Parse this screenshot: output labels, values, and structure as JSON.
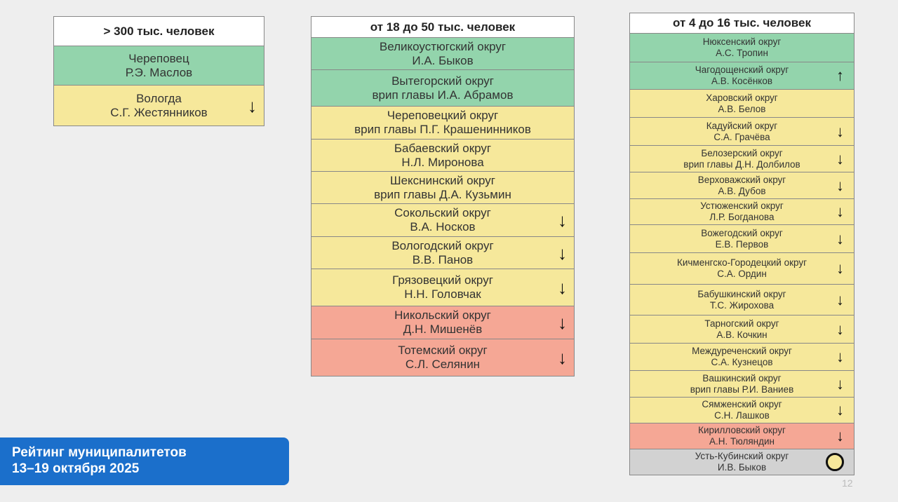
{
  "columns": [
    {
      "header": "> 300 тыс. человек",
      "rows": [
        {
          "district": "Череповец",
          "head": "Р.Э. Маслов",
          "status": "green",
          "trend": ""
        },
        {
          "district": "Вологда",
          "head": "С.Г. Жестянников",
          "status": "yellow",
          "trend": "down"
        }
      ]
    },
    {
      "header": "от 18 до 50 тыс. человек",
      "rows": [
        {
          "district": "Великоустюгский округ",
          "head": "И.А. Быков",
          "status": "green",
          "trend": ""
        },
        {
          "district": "Вытегорский округ",
          "head": "врип главы И.А. Абрамов",
          "status": "green",
          "trend": ""
        },
        {
          "district": "Череповецкий округ",
          "head": "врип главы П.Г. Крашенинников",
          "status": "yellow",
          "trend": ""
        },
        {
          "district": "Бабаевский округ",
          "head": "Н.Л. Миронова",
          "status": "yellow",
          "trend": ""
        },
        {
          "district": "Шекснинский округ",
          "head": "врип главы Д.А. Кузьмин",
          "status": "yellow",
          "trend": ""
        },
        {
          "district": "Сокольский округ",
          "head": "В.А. Носков",
          "status": "yellow",
          "trend": "down"
        },
        {
          "district": "Вологодский округ",
          "head": "В.В. Панов",
          "status": "yellow",
          "trend": "down"
        },
        {
          "district": "Грязовецкий округ",
          "head": "Н.Н. Головчак",
          "status": "yellow",
          "trend": "down"
        },
        {
          "district": "Никольский округ",
          "head": "Д.Н. Мишенёв",
          "status": "red",
          "trend": "down"
        },
        {
          "district": "Тотемский округ",
          "head": "С.Л. Селянин",
          "status": "red",
          "trend": "down"
        }
      ]
    },
    {
      "header": "от 4 до 16 тыс. человек",
      "rows": [
        {
          "district": "Нюксенский округ",
          "head": "А.С. Тропин",
          "status": "green",
          "trend": ""
        },
        {
          "district": "Чагодощенский округ",
          "head": "А.В. Косёнков",
          "status": "green",
          "trend": "up"
        },
        {
          "district": "Харовский округ",
          "head": "А.В. Белов",
          "status": "yellow",
          "trend": ""
        },
        {
          "district": "Кадуйский округ",
          "head": "С.А. Грачёва",
          "status": "yellow",
          "trend": "down"
        },
        {
          "district": "Белозерский округ",
          "head": "врип главы Д.Н. Долбилов",
          "status": "yellow",
          "trend": "down"
        },
        {
          "district": "Верховажский округ",
          "head": "А.В. Дубов",
          "status": "yellow",
          "trend": "down"
        },
        {
          "district": "Устюженский округ",
          "head": "Л.Р. Богданова",
          "status": "yellow",
          "trend": "down"
        },
        {
          "district": "Вожегодский округ",
          "head": "Е.В. Первов",
          "status": "yellow",
          "trend": "down"
        },
        {
          "district": "Кичменгско-Городецкий округ",
          "head": "С.А. Ордин",
          "status": "yellow",
          "trend": "down"
        },
        {
          "district": "Бабушкинский округ",
          "head": "Т.С. Жирохова",
          "status": "yellow",
          "trend": "down"
        },
        {
          "district": "Тарногский округ",
          "head": "А.В. Кочкин",
          "status": "yellow",
          "trend": "down"
        },
        {
          "district": "Междуреченский округ",
          "head": "С.А. Кузнецов",
          "status": "yellow",
          "trend": "down"
        },
        {
          "district": "Вашкинский округ",
          "head": "врип главы Р.И. Ваниев",
          "status": "yellow",
          "trend": "down"
        },
        {
          "district": "Сямженский округ",
          "head": "С.Н. Лашков",
          "status": "yellow",
          "trend": "down"
        },
        {
          "district": "Кирилловский округ",
          "head": "А.Н. Тюляндин",
          "status": "red",
          "trend": "down"
        },
        {
          "district": "Усть-Кубинский округ",
          "head": "И.В. Быков",
          "status": "gray",
          "trend": "circle"
        }
      ]
    }
  ],
  "banner": {
    "line1": "Рейтинг муниципалитетов",
    "line2": "13–19 октября 2025"
  },
  "page_number": "12",
  "colors": {
    "green": "#93d4ac",
    "yellow": "#f6e89b",
    "red": "#f5a795",
    "gray": "#d2d2d2",
    "banner": "#1b6fcb"
  }
}
